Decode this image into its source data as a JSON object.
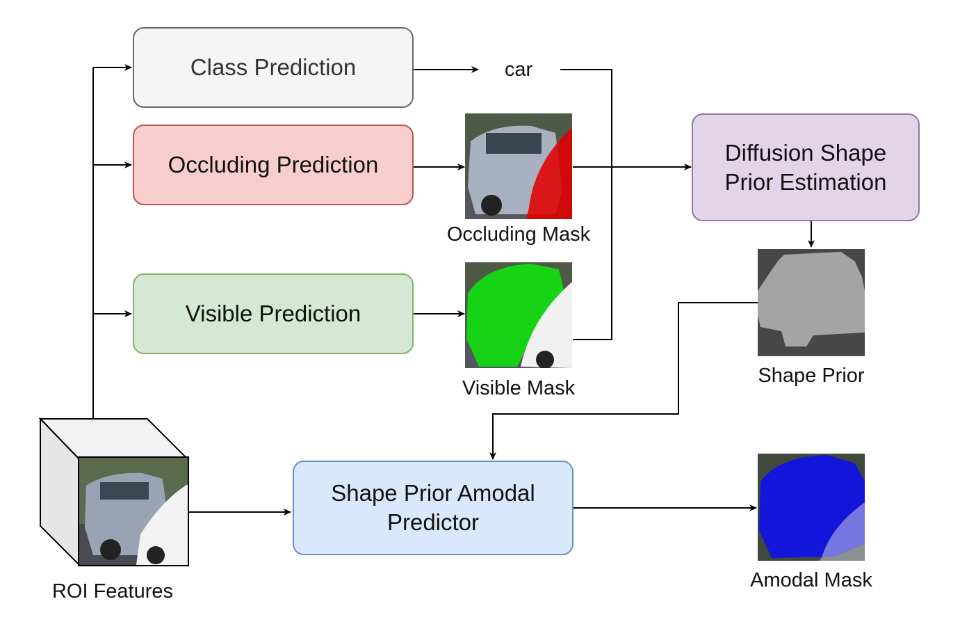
{
  "boxes": {
    "class_prediction": "Class Prediction",
    "occluding_prediction": "Occluding Prediction",
    "visible_prediction": "Visible Prediction",
    "diffusion_line1": "Diffusion Shape",
    "diffusion_line2": "Prior Estimation",
    "amodal_predictor_line1": "Shape Prior Amodal",
    "amodal_predictor_line2": "Predictor"
  },
  "labels": {
    "class_output": "car",
    "occluding_mask": "Occluding Mask",
    "visible_mask": "Visible Mask",
    "shape_prior": "Shape Prior",
    "amodal_mask": "Amodal Mask",
    "roi_features": "ROI Features"
  },
  "colors": {
    "class_fill": "#f5f5f5",
    "class_stroke": "#666666",
    "occluding_fill": "#f8cecc",
    "occluding_stroke": "#b85450",
    "visible_fill": "#d5e8d4",
    "visible_stroke": "#82b366",
    "diffusion_fill": "#e1d5e7",
    "diffusion_stroke": "#9673a6",
    "amodal_fill": "#dae8fc",
    "amodal_stroke": "#6c8ebf",
    "occluding_mask": "#e00000",
    "visible_mask": "#10e010",
    "amodal_mask": "#1010e8"
  }
}
